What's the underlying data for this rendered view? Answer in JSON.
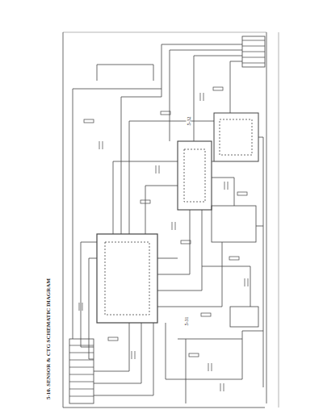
{
  "diagram": {
    "title": "5-10. SENSOR & CTG SCHEMATIC DIAGRAM",
    "labels": [
      "5-31",
      "5-32"
    ]
  }
}
